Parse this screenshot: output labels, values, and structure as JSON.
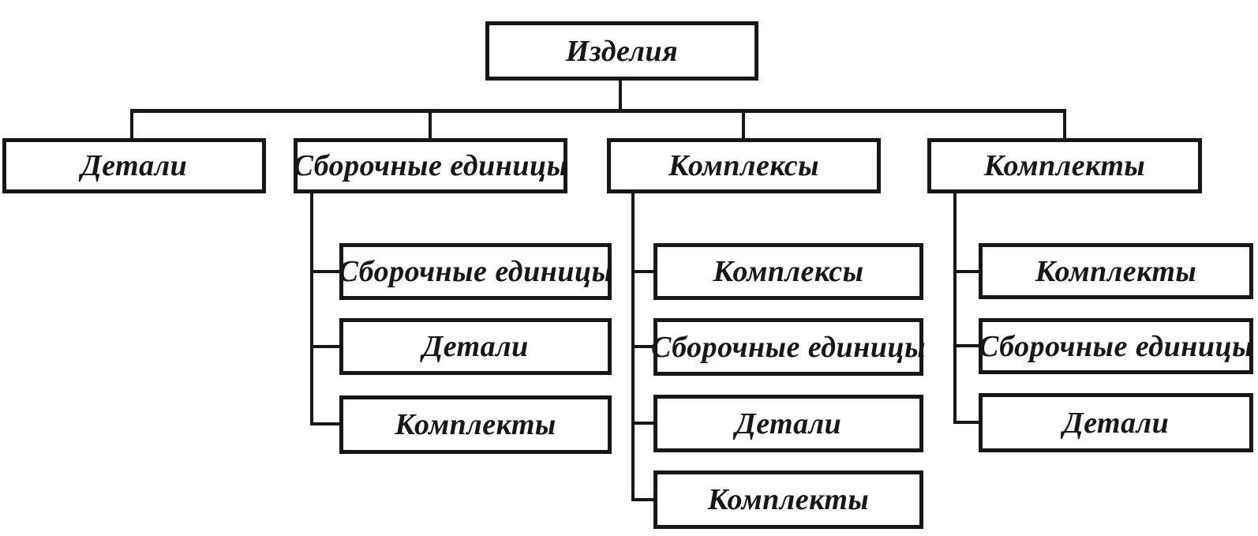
{
  "diagram": {
    "title_note": "Classification of products (ESKD product structure tree)",
    "colors": {
      "line": "#171717",
      "background": "#ffffff"
    },
    "root": {
      "label": "Изделия"
    },
    "level2": [
      {
        "id": "detali",
        "label": "Детали",
        "children": []
      },
      {
        "id": "sborochnye-edinitsy",
        "label": "Сборочные единицы",
        "children": [
          "Сборочные единицы",
          "Детали",
          "Комплекты"
        ]
      },
      {
        "id": "kompleksy",
        "label": "Комплексы",
        "children": [
          "Комплексы",
          "Сборочные единицы",
          "Детали",
          "Комплекты"
        ]
      },
      {
        "id": "komplekty",
        "label": "Комплекты",
        "children": [
          "Комплекты",
          "Сборочные единицы",
          "Детали"
        ]
      }
    ]
  }
}
